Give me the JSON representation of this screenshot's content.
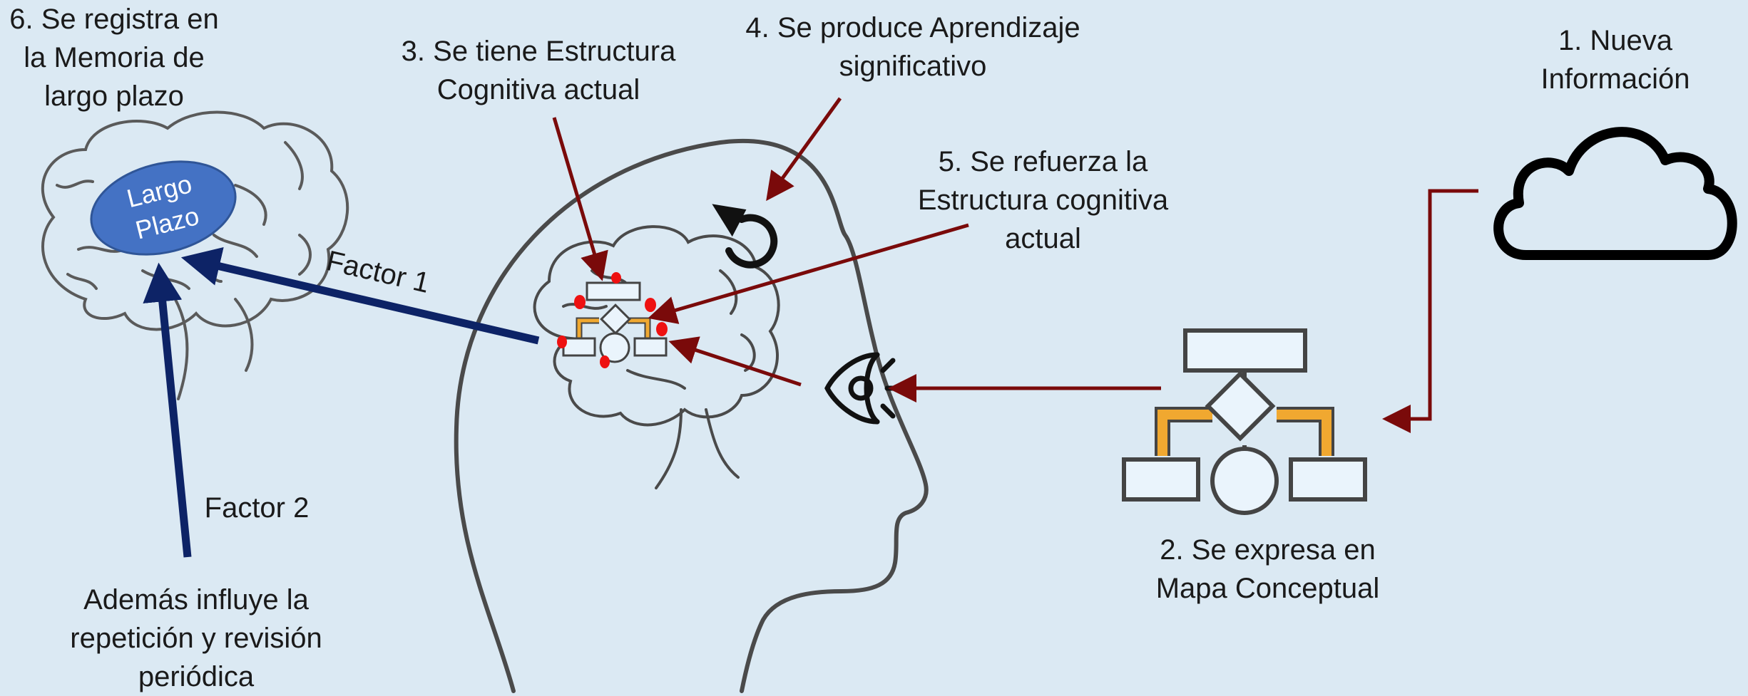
{
  "labels": {
    "step1": [
      "1. Nueva",
      "Información"
    ],
    "step2": [
      "2. Se expresa en",
      "Mapa Conceptual"
    ],
    "step3": [
      "3. Se tiene Estructura",
      "Cognitiva actual"
    ],
    "step4": [
      "4. Se produce Aprendizaje",
      "significativo"
    ],
    "step5": [
      "5. Se refuerza la",
      "Estructura cognitiva",
      "actual"
    ],
    "step6": [
      "6. Se registra en",
      "la Memoria de",
      "largo plazo"
    ],
    "factor1": "Factor 1",
    "factor2": "Factor 2",
    "repetition": [
      "Además influye la",
      "repetición y revisión",
      "periódica"
    ],
    "memory_box": [
      "Largo",
      "Plazo"
    ]
  },
  "colors": {
    "background": "#dbe9f3",
    "red_arrow": "#7a0a0a",
    "blue_arrow": "#0d2366",
    "memory_ellipse": "#4472c4",
    "outline": "#4a4a4a",
    "connector": "#f0a830",
    "red_dot": "#ee1111"
  },
  "icons": [
    "cloud-icon",
    "eye-icon",
    "rotate-icon",
    "concept-map-icon",
    "brain-icon",
    "head-icon"
  ]
}
